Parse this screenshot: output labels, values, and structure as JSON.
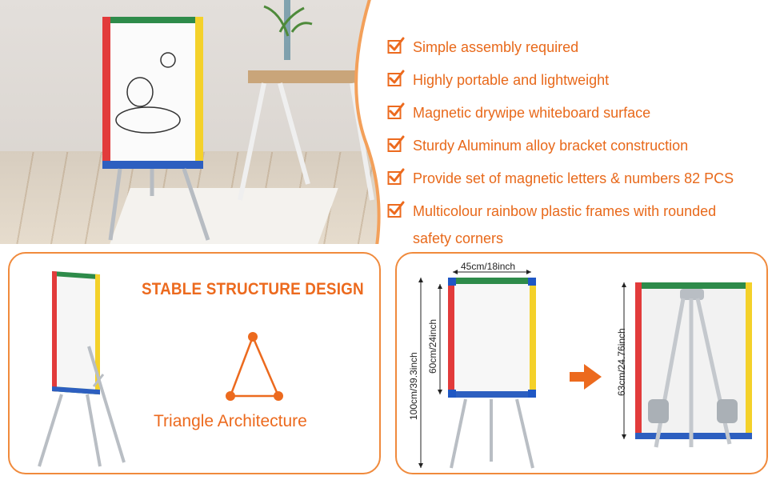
{
  "features": [
    "Simple assembly required",
    "Highly portable and lightweight",
    "Magnetic drywipe whiteboard surface",
    "Sturdy Aluminum alloy bracket construction",
    "Provide set of magnetic letters & numbers 82 PCS",
    "Multicolour rainbow plastic frames with rounded",
    "safety corners"
  ],
  "stable": {
    "title": "STABLE STRUCTURE DESIGN",
    "caption": "Triangle Architecture"
  },
  "dimensions": {
    "width_label": "45cm/18inch",
    "board_height_label": "60cm/24inch",
    "total_height_label": "100cm/39.3inch",
    "folded_height_label": "63cm/24.76inch"
  },
  "colors": {
    "accent": "#ec6a1e",
    "frame_red": "#e23b3b",
    "frame_green": "#2e8b4a",
    "frame_yellow": "#f4d12a",
    "frame_blue": "#2d5fc0"
  }
}
